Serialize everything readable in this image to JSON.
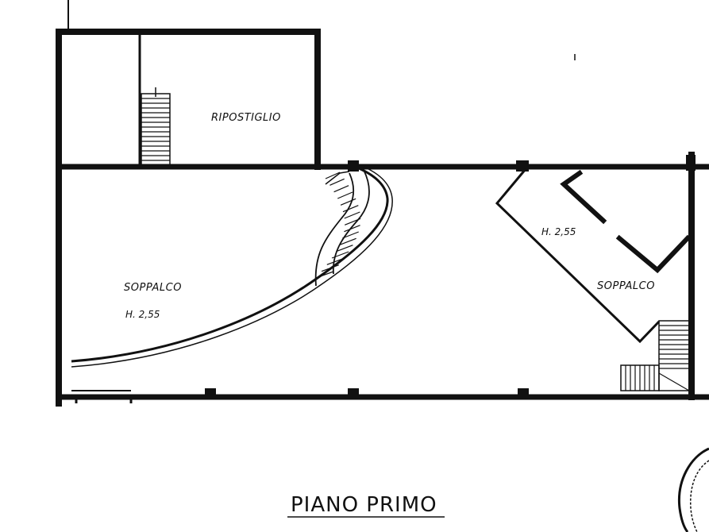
{
  "drawing": {
    "title": "PIANO PRIMO",
    "rooms": [
      {
        "key": "ripostiglio",
        "name": "RIPOSTIGLIO"
      },
      {
        "key": "soppalco_left",
        "name": "SOPPALCO",
        "height": "H. 2,55"
      },
      {
        "key": "soppalco_right",
        "name": "SOPPALCO",
        "height": "H. 2,55"
      }
    ]
  },
  "colors": {
    "ink": "#111111",
    "paper": "#ffffff"
  }
}
